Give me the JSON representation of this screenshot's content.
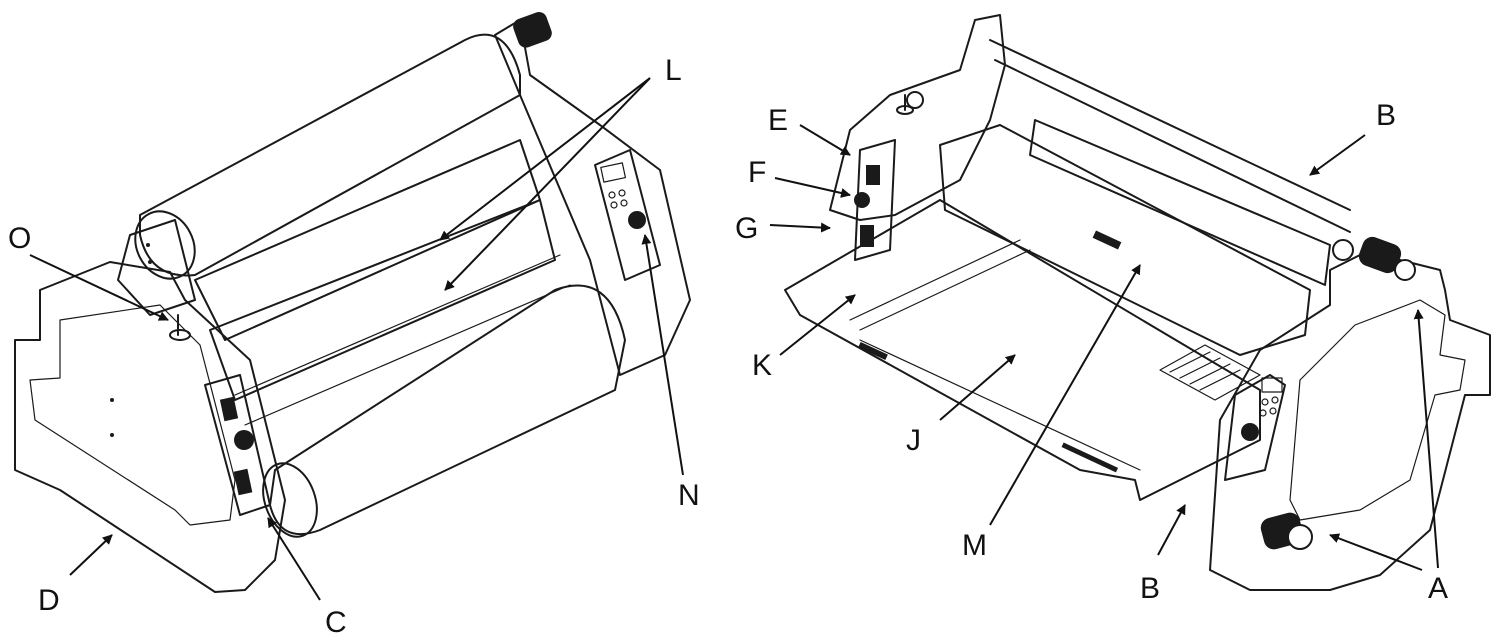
{
  "callouts": [
    {
      "id": "A",
      "label": "A"
    },
    {
      "id": "B-top",
      "label": "B"
    },
    {
      "id": "B-bottom",
      "label": "B"
    },
    {
      "id": "C",
      "label": "C"
    },
    {
      "id": "D",
      "label": "D"
    },
    {
      "id": "E",
      "label": "E"
    },
    {
      "id": "F",
      "label": "F"
    },
    {
      "id": "G",
      "label": "G"
    },
    {
      "id": "J",
      "label": "J"
    },
    {
      "id": "K",
      "label": "K"
    },
    {
      "id": "L",
      "label": "L"
    },
    {
      "id": "M",
      "label": "M"
    },
    {
      "id": "N",
      "label": "N"
    },
    {
      "id": "O",
      "label": "O"
    }
  ]
}
